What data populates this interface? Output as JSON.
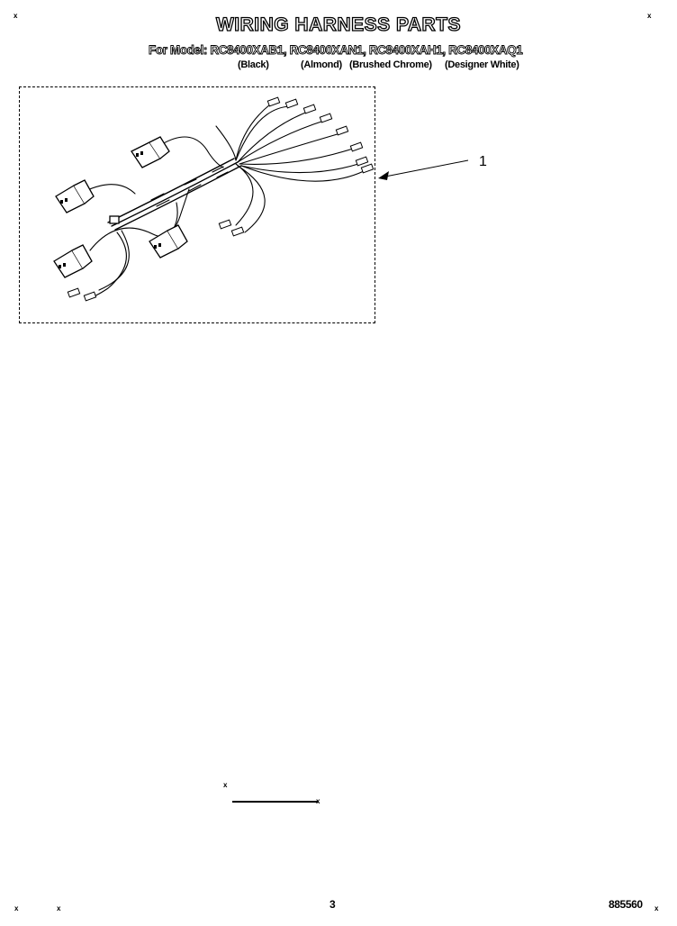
{
  "header": {
    "title": "WIRING HARNESS PARTS",
    "models_line": "For Model: RC8400XAB1, RC8400XAN1, RC8400XAH1, RC8400XAQ1",
    "colors": [
      "(Black)",
      "(Almond)",
      "(Brushed Chrome)",
      "(Designer White)"
    ]
  },
  "diagram": {
    "callout_number": "1",
    "part": "wiring harness"
  },
  "footer": {
    "page_number": "3",
    "document_number": "885560"
  },
  "marks": {
    "symbol": "x"
  }
}
